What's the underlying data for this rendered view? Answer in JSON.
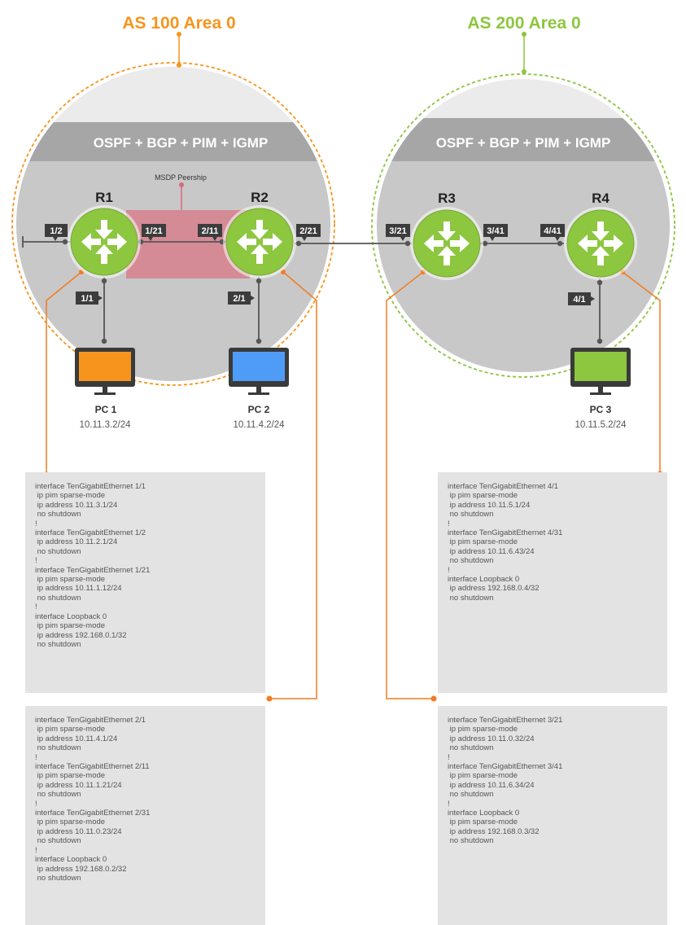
{
  "areas": [
    {
      "title": "AS 100 Area 0",
      "color": "#f7941d",
      "band": "OSPF + BGP + PIM + IGMP"
    },
    {
      "title": "AS 200 Area 0",
      "color": "#8dc63f",
      "band": "OSPF + BGP + PIM + IGMP"
    }
  ],
  "msdp_label": "MSDP Peership",
  "routers": {
    "r1": "R1",
    "r2": "R2",
    "r3": "R3",
    "r4": "R4"
  },
  "ports": {
    "p1_2": "1/2",
    "p1_21": "1/21",
    "p2_11": "2/11",
    "p2_21": "2/21",
    "p3_21": "3/21",
    "p3_41": "3/41",
    "p4_41": "4/41",
    "p1_1": "1/1",
    "p2_1": "2/1",
    "p4_1": "4/1"
  },
  "pcs": [
    {
      "name": "PC 1",
      "ip": "10.11.3.2/24",
      "color": "#f7941d"
    },
    {
      "name": "PC 2",
      "ip": "10.11.4.2/24",
      "color": "#4f9cf7"
    },
    {
      "name": "PC 3",
      "ip": "10.11.5.2/24",
      "color": "#8dc63f"
    }
  ],
  "configs": {
    "r1": [
      "interface TenGigabitEthernet 1/1",
      " ip pim sparse-mode",
      " ip address 10.11.3.1/24",
      " no shutdown",
      "!",
      "interface TenGigabitEthernet 1/2",
      " ip address 10.11.2.1/24",
      " no shutdown",
      "!",
      "interface TenGigabitEthernet 1/21",
      " ip pim sparse-mode",
      " ip address 10.11.1.12/24",
      " no shutdown",
      "!",
      "interface Loopback 0",
      " ip pim sparse-mode",
      " ip address 192.168.0.1/32",
      " no shutdown"
    ],
    "r2": [
      "interface TenGigabitEthernet 2/1",
      " ip pim sparse-mode",
      " ip address 10.11.4.1/24",
      " no shutdown",
      "!",
      "interface TenGigabitEthernet 2/11",
      " ip pim sparse-mode",
      " ip address 10.11.1.21/24",
      " no shutdown",
      "!",
      "interface TenGigabitEthernet 2/31",
      " ip pim sparse-mode",
      " ip address 10.11.0.23/24",
      " no shutdown",
      "!",
      "interface Loopback 0",
      " ip address 192.168.0.2/32",
      " no shutdown"
    ],
    "r4": [
      "interface TenGigabitEthernet 4/1",
      " ip pim sparse-mode",
      " ip address 10.11.5.1/24",
      " no shutdown",
      "!",
      "interface TenGigabitEthernet 4/31",
      " ip pim sparse-mode",
      " ip address 10.11.6.43/24",
      " no shutdown",
      "!",
      "interface Loopback 0",
      " ip address 192.168.0.4/32",
      " no shutdown"
    ],
    "r3": [
      "interface TenGigabitEthernet 3/21",
      " ip pim sparse-mode",
      " ip address 10.11.0.32/24",
      " no shutdown",
      "!",
      "interface TenGigabitEthernet 3/41",
      " ip pim sparse-mode",
      " ip address 10.11.6.34/24",
      " no shutdown",
      "!",
      "interface Loopback 0",
      " ip pim sparse-mode",
      " ip address 192.168.0.3/32",
      " no shutdown"
    ]
  }
}
